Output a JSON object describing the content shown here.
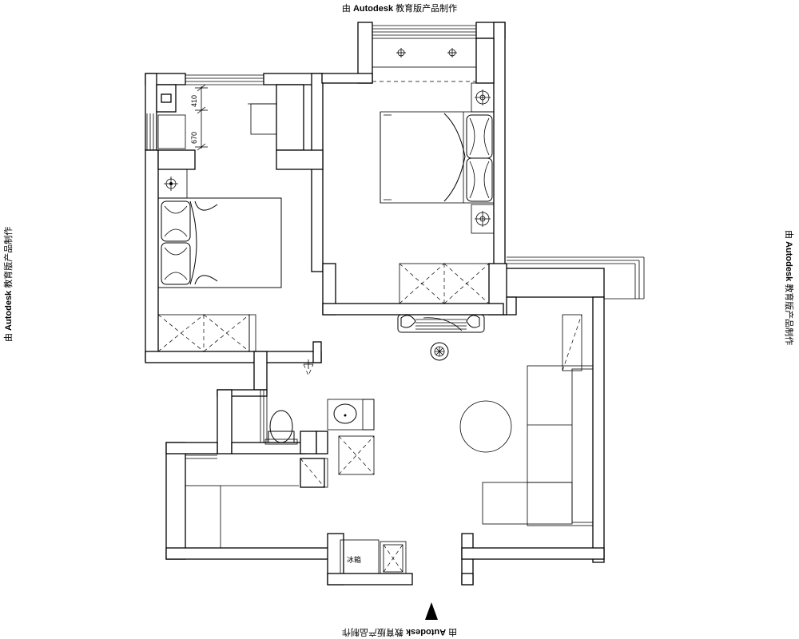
{
  "watermarks": {
    "prefix": "由",
    "brand": "Autodesk",
    "suffix": "教育版产品制作"
  },
  "dimensions": {
    "upper": "410",
    "lower": "670"
  },
  "fridge_label": "冰箱",
  "north_arrow": "up"
}
